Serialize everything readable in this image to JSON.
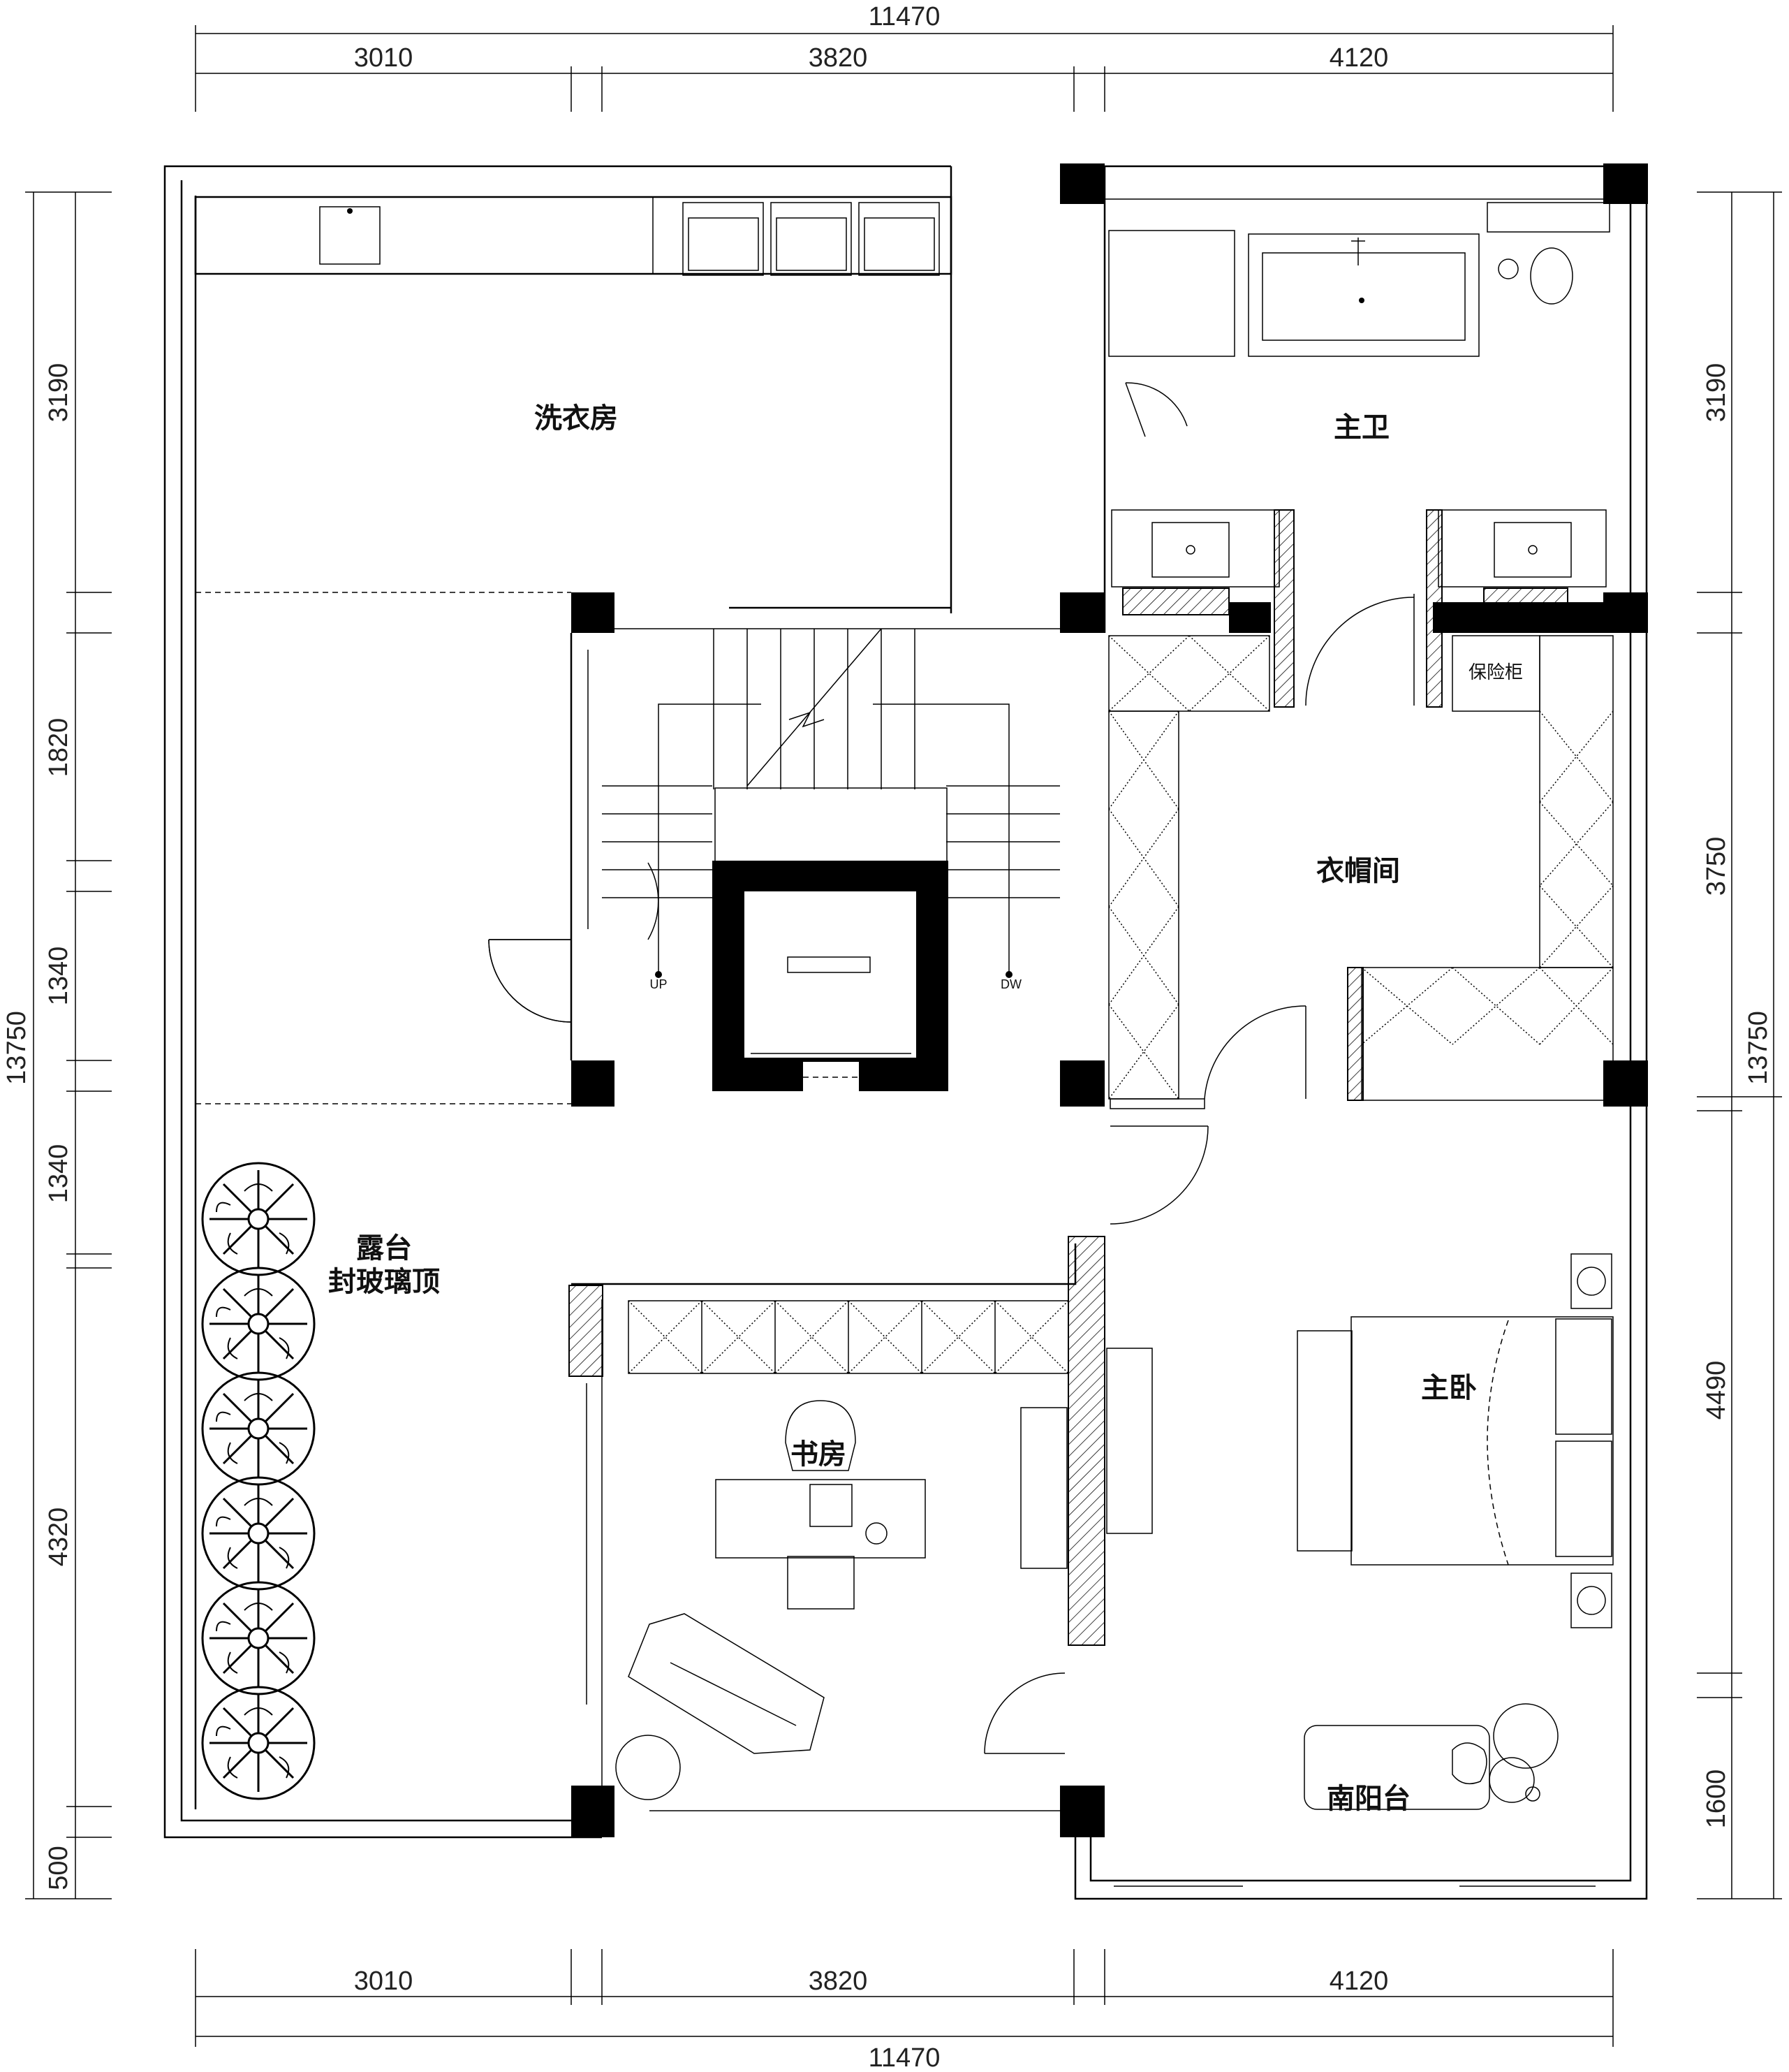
{
  "dimensions": {
    "top_total": "11470",
    "top_segments": [
      "3010",
      "3820",
      "4120"
    ],
    "bottom_segments": [
      "3010",
      "3820",
      "4120"
    ],
    "bottom_total": "11470",
    "left_total": "13750",
    "left_segments": [
      "3190",
      "1820",
      "1340",
      "1340",
      "4320",
      "500"
    ],
    "right_total": "13750",
    "right_segments": [
      "3190",
      "3750",
      "4490",
      "1600"
    ]
  },
  "rooms": {
    "laundry": "洗衣房",
    "master_bath": "主卫",
    "closet": "衣帽间",
    "safe": "保险柜",
    "terrace_line1": "露台",
    "terrace_line2": "封玻璃顶",
    "study": "书房",
    "master_bedroom": "主卧",
    "south_balcony": "南阳台"
  },
  "stair": {
    "up": "UP",
    "down": "DW"
  }
}
